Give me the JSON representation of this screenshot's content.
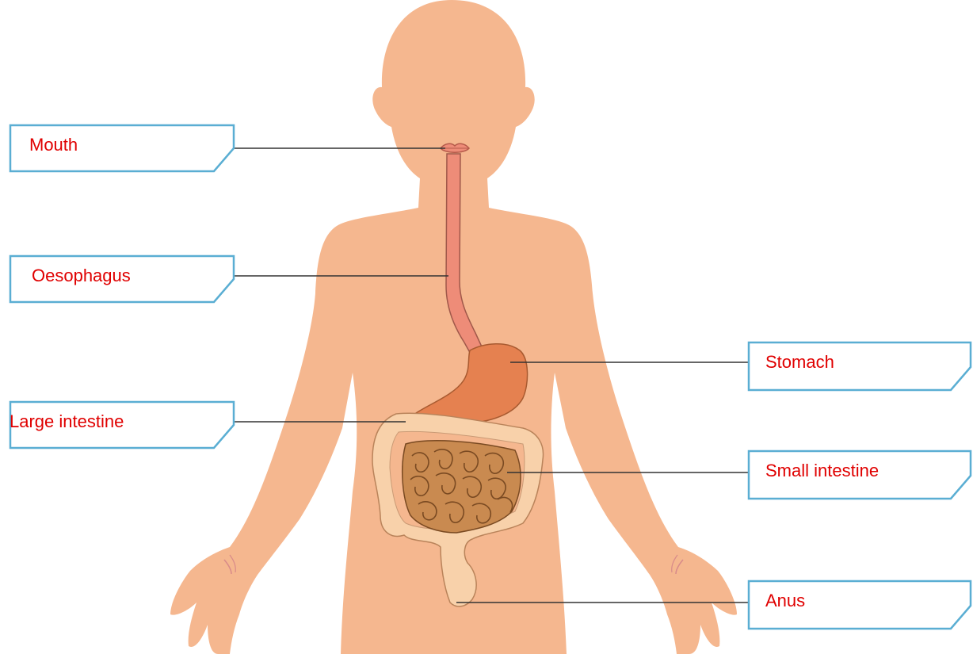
{
  "diagram": {
    "colors": {
      "skin": "#f5b78f",
      "esophagus": "#ee8c78",
      "stomach": "#e58150",
      "large_intestine": "#f8d1aa",
      "small_intestine": "#c98a50",
      "label_border": "#5aaed3",
      "label_text": "#e00000",
      "leader_line": "#333333"
    },
    "labels": {
      "mouth": "Mouth",
      "oesophagus": "Oesophagus",
      "stomach": "Stomach",
      "large_intestine": "Large intestine",
      "small_intestine": "Small intestine",
      "anus": "Anus"
    }
  }
}
